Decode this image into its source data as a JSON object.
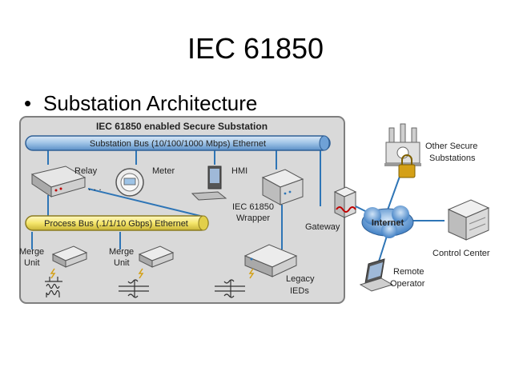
{
  "slide": {
    "title": "IEC 61850",
    "bullet": "Substation Architecture"
  },
  "diagram": {
    "enclosure_title": "IEC 61850 enabled Secure Substation",
    "substation_bus": "Substation Bus (10/100/1000 Mbps) Ethernet",
    "process_bus": "Process Bus (.1/1/10 Gbps) Ethernet",
    "relay": "Relay",
    "meter": "Meter",
    "hmi": "HMI",
    "ellipsis": ". . .",
    "wrapper_line1": "IEC 61850",
    "wrapper_line2": "Wrapper",
    "gateway": "Gateway",
    "internet": "Internet",
    "other_line1": "Other Secure",
    "other_line2": "Substations",
    "control_center": "Control Center",
    "remote_line1": "Remote",
    "remote_line2": "Operator",
    "merge1_line1": "Merge",
    "merge1_line2": "Unit",
    "merge2_line1": "Merge",
    "merge2_line2": "Unit",
    "legacy_line1": "Legacy",
    "legacy_line2": "IEDs"
  },
  "colors": {
    "substation_bus": "#9ec3e6",
    "process_bus": "#f5e66b",
    "enclosure": "#d9d9d9",
    "internet_cloud": "#5b9bd5",
    "wire": "#2e75b6"
  }
}
